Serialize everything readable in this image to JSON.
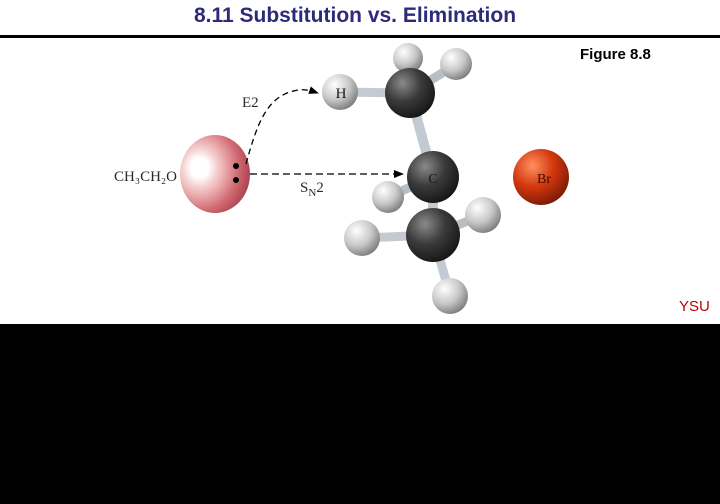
{
  "header": {
    "title": "8.11 Substitution vs. Elimination"
  },
  "figure": {
    "label": "Figure 8.8",
    "credit": "YSU"
  },
  "diagram": {
    "nucleophile_label": "CH₃CH₂O",
    "e2_label": "E2",
    "sn2_label": "S",
    "sn2_sub": "N",
    "sn2_suffix": "2",
    "atom_h": "H",
    "atom_c": "C",
    "atom_br": "Br"
  },
  "colors": {
    "title": "#2e2a7a",
    "credit": "#c00000",
    "bromine": "#d4380f",
    "carbon": "#3a3a3a",
    "hydrogen": "#c8c8c8",
    "ethoxide": "#c0505a"
  }
}
